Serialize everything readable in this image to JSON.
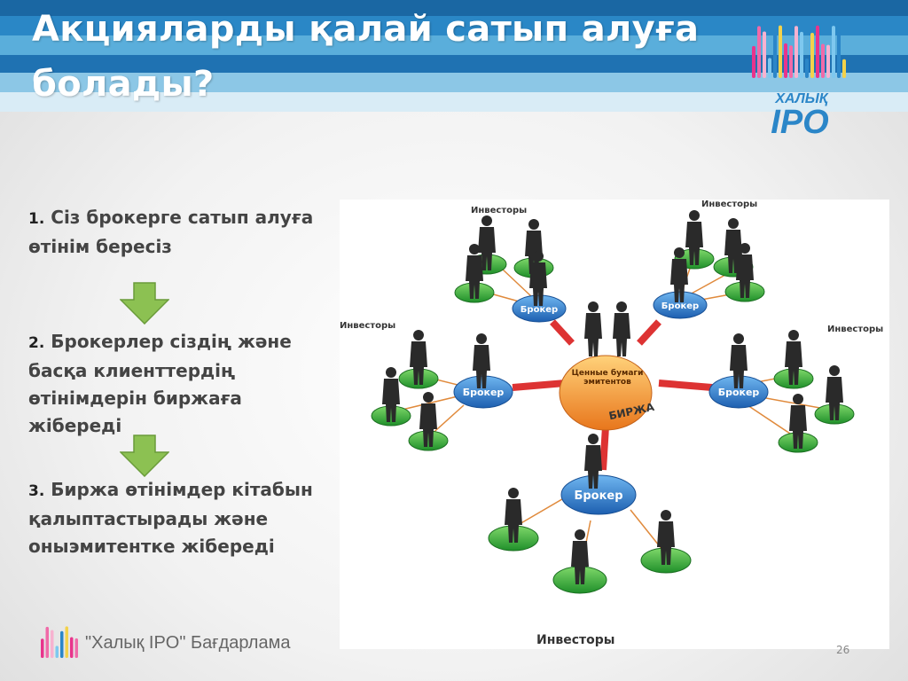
{
  "slide": {
    "title": "Акцияларды қалай сатып алуға болады?",
    "page_number": "26"
  },
  "logo": {
    "top_text": "ХАЛЫҚ",
    "bottom_text": "IPO"
  },
  "steps": [
    {
      "num": "1.",
      "text": "Сіз брокерге сатып алуға өтінім бересіз"
    },
    {
      "num": "2.",
      "text": "Брокерлер сіздің және басқа клиенттердің өтінімдерін биржаға жібереді"
    },
    {
      "num": "3.",
      "text": "Биржа өтінімдер кітабын қалыптастырады және оныэмитентке жібереді"
    }
  ],
  "diagram": {
    "center_label_line1": "Ценные бумаги",
    "center_label_line2": "эмитентов",
    "exchange_label": "БИРЖА",
    "broker_label": "Брокер",
    "investors_label": "Инвесторы"
  },
  "footer": {
    "program_label": "\"Халық IPO\" Бағдарлама"
  },
  "colors": {
    "title_band": "#2a87c6",
    "arrow_green": "#8cc152",
    "broker_blue": "#2f7fd0",
    "investor_green": "#3fae3f",
    "center_orange": "#f39c34"
  }
}
